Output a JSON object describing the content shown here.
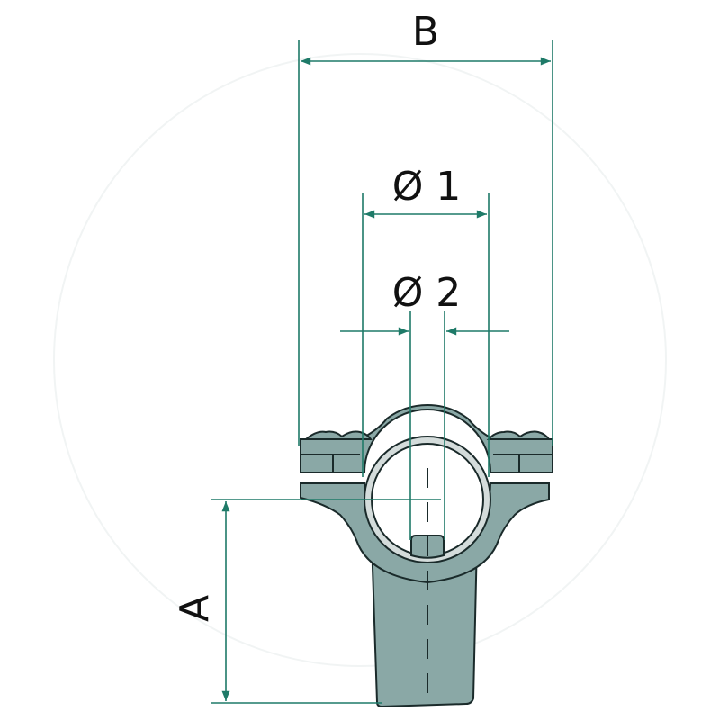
{
  "diagram": {
    "subject": "pipe clamp with mounting stem",
    "colors": {
      "background": "#ffffff",
      "part_fill": "#8aa8a6",
      "part_outline": "#1a2a2a",
      "pipe_ring": "#d4dcdb",
      "dimension_line": "#1e7a68",
      "label_text": "#111111"
    },
    "dimensions": {
      "B": {
        "label": "B",
        "description": "overall clamp width"
      },
      "d1": {
        "label": "Ø 1",
        "description": "pipe outer diameter"
      },
      "d2": {
        "label": "Ø 2",
        "description": "stem / bolt diameter"
      },
      "A": {
        "label": "A",
        "description": "height from pipe center to stem bottom"
      }
    }
  }
}
